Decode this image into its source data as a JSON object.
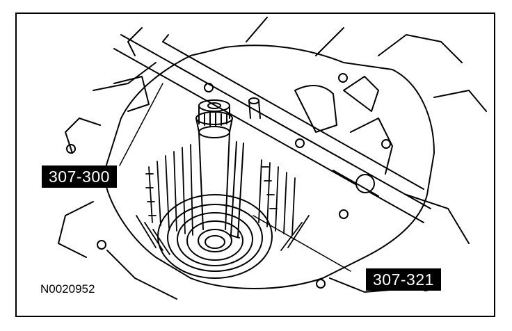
{
  "figure": {
    "id_label": "N0020952",
    "callouts": [
      {
        "label": "307-300"
      },
      {
        "label": "307-321"
      }
    ]
  },
  "colors": {
    "ink": "#000000",
    "paper": "#ffffff"
  }
}
